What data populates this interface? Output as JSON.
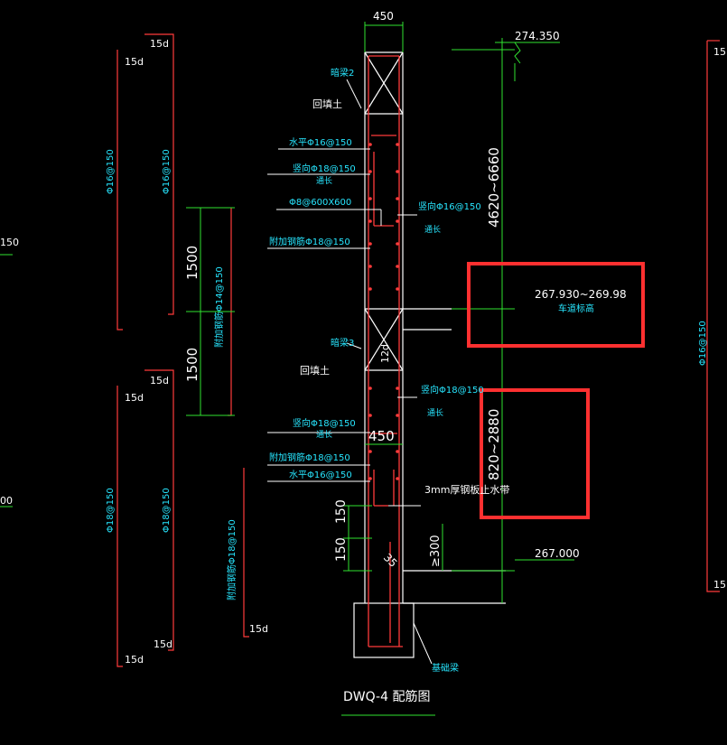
{
  "title": "DWQ-4 配筋图",
  "dims": {
    "top_width": "450",
    "mid_width": "450",
    "upper_span": "4620~6660",
    "lower_span": "820~2880",
    "dim_1500_a": "1500",
    "dim_1500_b": "1500",
    "dim_150_a": "150",
    "dim_150_b": "150",
    "dim_300": "≥300",
    "dim_12d": "12d",
    "dim_35": "35"
  },
  "elevations": {
    "top": "274.350",
    "middle": "267.930~269.98",
    "bottom": "267.000"
  },
  "labels": {
    "duct_upper": "暗梁2",
    "duct_lower": "暗梁3",
    "backfill_upper": "回填土",
    "backfill_lower": "回填土",
    "h_bar_top": "水平Φ16@150",
    "v_bar_top": "竖向Φ18@150",
    "v_bar_top_note": "通长",
    "tie_bar": "Φ8@600X600",
    "add_bar_top": "附加钢筋Φ18@150",
    "v_bar_right_top": "竖向Φ16@150",
    "v_bar_right_top_note": "通长",
    "v_bar_right_mid": "竖向Φ18@150",
    "v_bar_right_mid_note": "通长",
    "v_bar_mid": "竖向Φ18@150",
    "v_bar_mid_note": "通长",
    "add_bar_mid": "附加钢筋Φ18@150",
    "h_bar_mid": "水平Φ16@150",
    "waterstop": "3mm厚钢板止水带",
    "foundation": "基础梁",
    "finished_floor": "车道标高",
    "left_top_bar": "Φ16@150",
    "left_top_bar_b": "Φ16@150",
    "left_mid_bar": "附加钢筋Φ14@150",
    "left_bot_bar_a": "Φ18@150",
    "left_bot_bar_b": "Φ18@150",
    "left_bot_add": "附加钢筋Φ18@150",
    "right_bar": "Φ16@150",
    "anchor_15d_1": "15d",
    "anchor_15d_2": "15d",
    "anchor_15d_3": "15d",
    "anchor_15d_4": "15d",
    "anchor_15d_5": "15d",
    "anchor_15d_6": "15d",
    "anchor_15d_7": "15d",
    "right_edge_15": "15",
    "left_edge_150": "150",
    "left_edge_00": "00"
  },
  "colors": {
    "wall": "#ffffff",
    "rebar": "#ff3b3b",
    "dimension": "#31e231",
    "annotation": "#27e6ff",
    "highlight": "#ff3030"
  }
}
